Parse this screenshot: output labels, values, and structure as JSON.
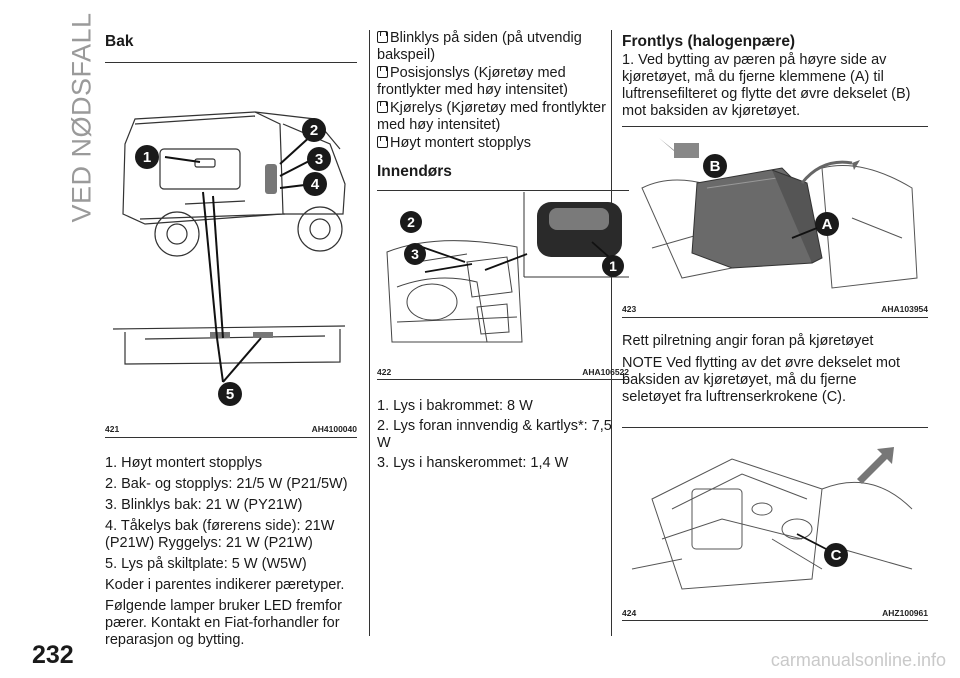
{
  "side_title": "VED NØDSFALL",
  "page_number": "232",
  "watermark": "carmanualsonline.info",
  "col1": {
    "heading": "Bak",
    "figure": {
      "number": "421",
      "code": "AH4100040",
      "callouts": [
        "1",
        "2",
        "3",
        "4",
        "5"
      ]
    },
    "items": [
      "1. Høyt montert stopplys",
      "2. Bak- og stopplys: 21/5 W (P21/5W)",
      "3. Blinklys bak: 21 W (PY21W)",
      "4. Tåkelys bak (førerens side): 21W (P21W) Ryggelys: 21 W (P21W)",
      "5. Lys på skiltplate: 5 W (W5W)"
    ],
    "para1": "Koder i parentes indikerer pæretyper.",
    "para2": "Følgende lamper bruker LED fremfor pærer. Kontakt en Fiat-forhandler for reparasjon og bytting."
  },
  "col2": {
    "bullets": [
      "Blinklys på siden (på utvendig bakspeil)",
      "Posisjonslys (Kjøretøy med frontlykter med høy intensitet)",
      "Kjørelys (Kjøretøy med frontlykter med høy intensitet)",
      "Høyt montert stopplys"
    ],
    "heading": "Innendørs",
    "figure": {
      "number": "422",
      "code": "AHA106522",
      "callouts": [
        "1",
        "2",
        "3"
      ]
    },
    "items": [
      "1. Lys i bakrommet: 8 W",
      "2. Lys foran innvendig & kartlys*: 7,5 W",
      "3. Lys i hanskerommet: 1,4 W"
    ]
  },
  "col3": {
    "heading": "Frontlys (halogenpære)",
    "para1": "1. Ved bytting av pæren på høyre side av kjøretøyet, må du fjerne klemmene (A) til luftrensefilteret og flytte det øvre dekselet (B) mot baksiden av kjøretøyet.",
    "figure1": {
      "number": "423",
      "code": "AHA103954",
      "callouts": [
        "B",
        "A"
      ]
    },
    "para2": "Rett pilretning angir foran på kjøretøyet",
    "note": "NOTE  Ved flytting av det øvre dekselet mot baksiden av kjøretøyet, må du fjerne seletøyet fra luftrenserkrokene (C).",
    "figure2": {
      "number": "424",
      "code": "AHZ100961",
      "callouts": [
        "C"
      ]
    }
  }
}
